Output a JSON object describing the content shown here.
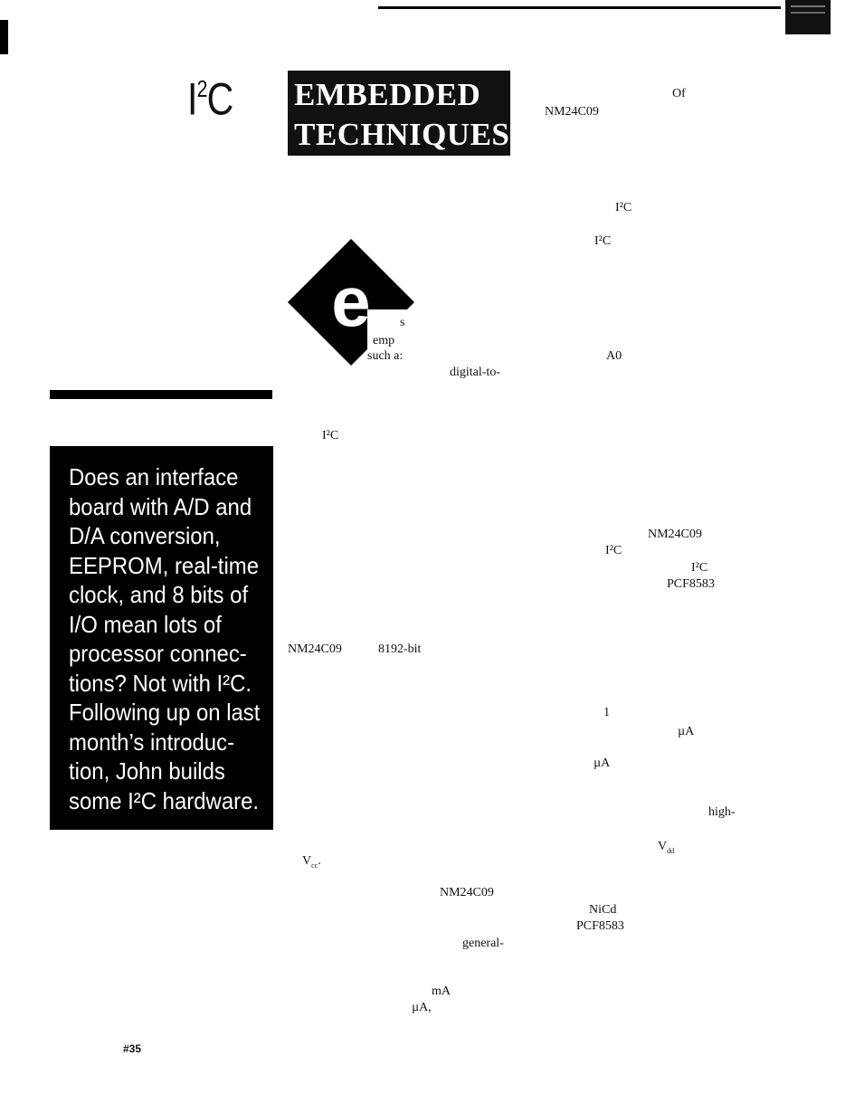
{
  "header": {
    "title_main": "I",
    "title_sup": "2",
    "title_end": "C",
    "banner_line1": "EMBEDDED",
    "banner_line2": "TECHNIQUES"
  },
  "logo": {
    "letter": "e",
    "icon": "diamond-e-logo-icon"
  },
  "deck": {
    "lines": [
      "Does an interface",
      "board with A/D and",
      "D/A conversion,",
      "EEPROM, real-time",
      "clock, and 8 bits of",
      "I/O mean lots of",
      "processor connec-",
      "tions? Not with I²C.",
      "Following up on last",
      "month’s introduc-",
      "tion, John builds",
      "some I²C hardware."
    ]
  },
  "fragments": {
    "of": "Of",
    "nm1": "NM24C09",
    "i2c_a": "I²C",
    "i2c_b": "I²C",
    "s": "s",
    "emp": "emp",
    "such": "such a:",
    "dac": "digital-to-",
    "a0": "A0",
    "i2c_c": "I²C",
    "nm2": "NM24C09",
    "i2c_d": "I²C",
    "i2c_e": "I²C",
    "pcf1": "PCF8583",
    "nm3": "NM24C09",
    "bit": "8192-bit",
    "one": "1",
    "ua1": "µA",
    "ua2": "µA",
    "high": "high-",
    "vdd": "V",
    "vdd_sub": "dd",
    "vcc": "V",
    "vcc_sub": "cc",
    "vcc_dot": ".",
    "nm4": "NM24C09",
    "nicd": "NiCd",
    "pcf2": "PCF8583",
    "general": "general-",
    "ma": "mA",
    "ua3": "µA,"
  },
  "page_number": "#35"
}
